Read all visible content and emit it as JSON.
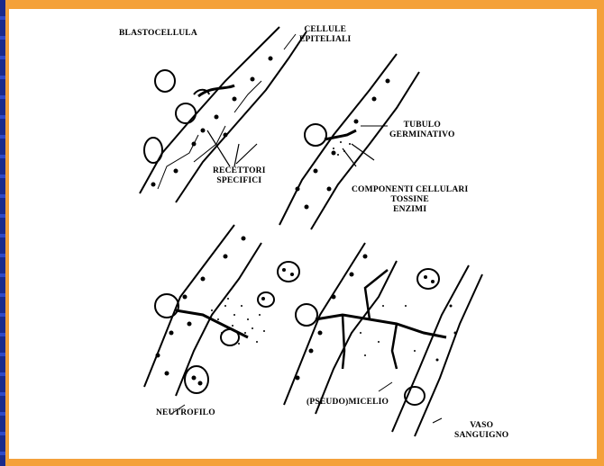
{
  "labels": {
    "blastocellula": "BLASTOCELLULA",
    "cellule_epiteliali": [
      "CELLULE",
      "EPITELIALI"
    ],
    "recettori_specifici": [
      "RECETTORI",
      "SPECIFICI"
    ],
    "tubulo_germinativo": [
      "TUBULO",
      "GERMINATIVO"
    ],
    "componenti_cellulari": [
      "COMPONENTI CELLULARI",
      "TOSSINE",
      "ENZIMI"
    ],
    "neutrofilo": "NEUTROFILO",
    "pseudomicelio": "(PSEUDO)MICELIO",
    "vaso_sanguigno": [
      "VASO",
      "SANGUIGNO"
    ]
  },
  "colors": {
    "frame": "#f4a13a",
    "strip": "#1a2a8c",
    "ink": "#000000",
    "paper": "#ffffff"
  }
}
